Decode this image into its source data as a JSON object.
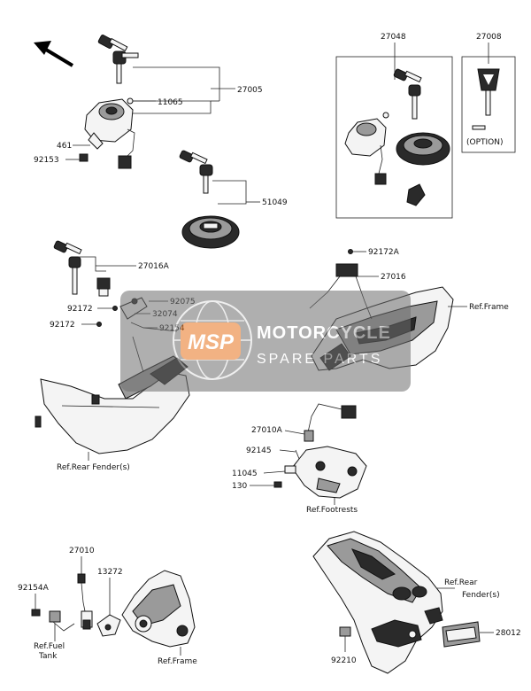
{
  "watermark": {
    "logo_text": "MSP",
    "line1": "MOTORCYCLE",
    "line2": "SPARE PARTS",
    "accent_color": "#e8741e",
    "overlay_color": "#6e6e6e"
  },
  "labels": {
    "p27048": "27048",
    "p27008": "27008",
    "option": "(OPTION)",
    "p27005": "27005",
    "p11065": "11065",
    "p461": "461",
    "p92153": "92153",
    "p51049": "51049",
    "p27016A": "27016A",
    "p92075": "92075",
    "p32074": "32074",
    "p92154": "92154",
    "p92172a": "92172",
    "p92172b": "92172",
    "p92172A": "92172A",
    "p27016": "27016",
    "ref_frame_top": "Ref.Frame",
    "ref_rear_fender_left": "Ref.Rear Fender(s)",
    "p27010A": "27010A",
    "p92145": "92145",
    "p11045": "11045",
    "p130": "130",
    "ref_footrests": "Ref.Footrests",
    "p27010": "27010",
    "p13272": "13272",
    "p92154A": "92154A",
    "ref_fuel_1": "Ref.Fuel",
    "ref_fuel_2": "Tank",
    "ref_frame_bottom": "Ref.Frame",
    "ref_rear_fender_r1": "Ref.Rear",
    "ref_rear_fender_r2": "Fender(s)",
    "p28012": "28012",
    "p92210": "92210"
  },
  "icons": {
    "direction_arrow": "front-direction-arrow-icon"
  }
}
